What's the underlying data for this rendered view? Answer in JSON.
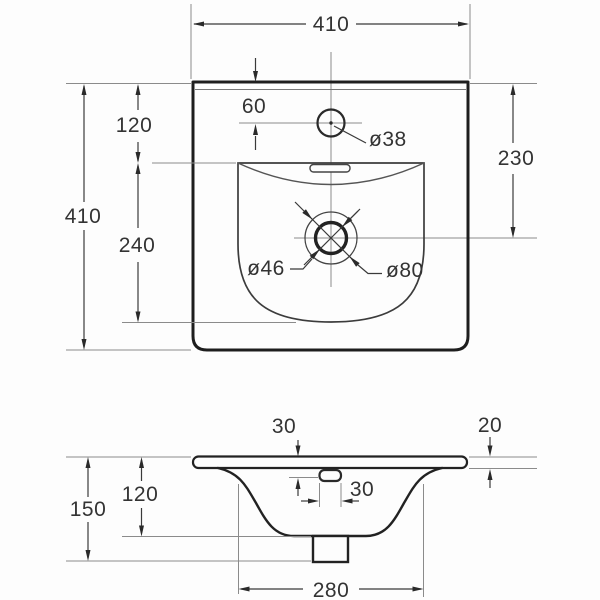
{
  "drawing": {
    "line_color": "#1e1e1e",
    "thin_line_color": "#8b8b8b",
    "plan_view": {
      "width_top": "410",
      "height_left": "410",
      "back_edge_to_basin": "120",
      "basin_length": "240",
      "faucet_offset": "60",
      "faucet_hole_dia": "ø38",
      "edge_to_drain": "230",
      "drain_hole_dia": "ø46",
      "drain_flange_dia": "ø80"
    },
    "front_view": {
      "rim_to_overflow": "30",
      "rim_thickness": "20",
      "rim_to_bowl_bottom": "120",
      "total_height": "150",
      "overflow_width": "30",
      "bowl_width": "280"
    }
  }
}
